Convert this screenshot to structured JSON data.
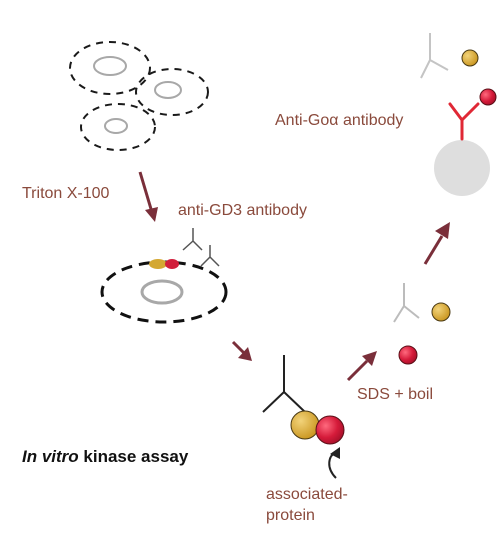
{
  "labels": {
    "triton": "Triton X-100",
    "anti_gd3": "anti-GD3 antibody",
    "anti_goa": "Anti-Goα antibody",
    "sds_boil": "SDS + boil",
    "assay_prefix": "In vitro",
    "assay_suffix": " kinase assay",
    "associated_line1": "associated-",
    "associated_line2": "protein"
  },
  "colors": {
    "text": "#8a4a3c",
    "arrow": "#7a2f3a",
    "ganglioside_bead": "#d4a832",
    "protein_bead": "#d11f3c",
    "goa_antibody": "#e02835",
    "gray_antibody": "#bcbcbc",
    "dark_antibody": "#222222",
    "ip_bead": "#dedede"
  }
}
